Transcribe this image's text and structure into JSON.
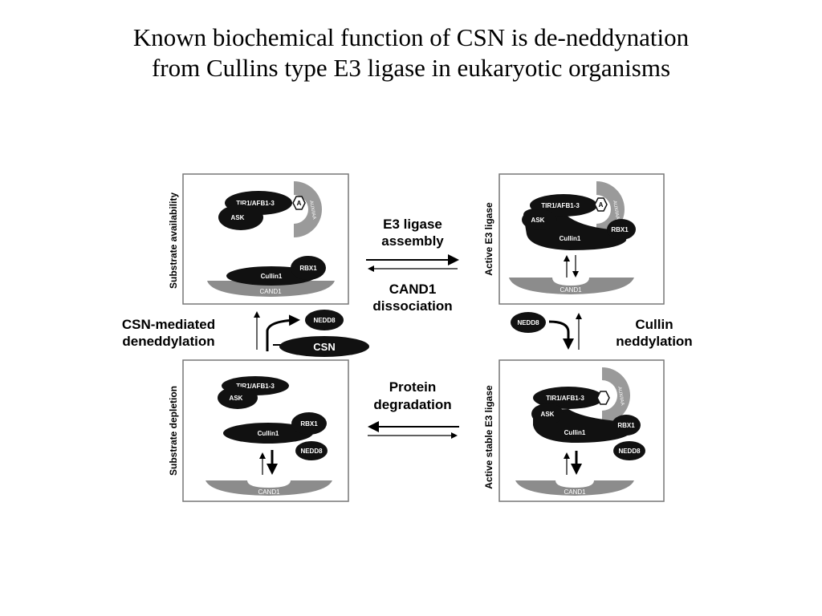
{
  "title": {
    "line1": "Known  biochemical function of CSN is de-neddynation",
    "line2": "from Cullins type E3 ligase in eukaryotic organisms"
  },
  "panels": {
    "top_left": {
      "side_label": "Substrate availability",
      "tir": "TIR1/AFB1-3",
      "auxin_letter": "A",
      "aux_iaa": "AUX/IAA",
      "ask": "ASK",
      "cullin": "Cullin1",
      "rbx": "RBX1",
      "cand": "CAND1"
    },
    "top_right": {
      "side_label": "Active E3 ligase",
      "tir": "TIR1/AFB1-3",
      "auxin_letter": "A",
      "aux_iaa": "AUX/IAA",
      "ask": "ASK",
      "cullin": "Cullin1",
      "rbx": "RBX1",
      "cand": "CAND1"
    },
    "bottom_left": {
      "side_label": "Substrate depletion",
      "tir": "TIR1/AFB1-3",
      "ask": "ASK",
      "cullin": "Cullin1",
      "rbx": "RBX1",
      "nedd": "NEDD8",
      "cand": "CAND1"
    },
    "bottom_right": {
      "side_label": "Active stable E3 ligase",
      "tir": "TIR1/AFB1-3",
      "aux_iaa": "AUX/IAA",
      "ask": "ASK",
      "cullin": "Cullin1",
      "rbx": "RBX1",
      "nedd": "NEDD8",
      "cand": "CAND1"
    }
  },
  "transitions": {
    "assembly_line1": "E3 ligase",
    "assembly_line2": "assembly",
    "dissociation_line1": "CAND1",
    "dissociation_line2": "dissociation",
    "csn_line1": "CSN-mediated",
    "csn_line2": "deneddylation",
    "neddylation_line1": "Cullin",
    "neddylation_line2": "neddylation",
    "degradation_line1": "Protein",
    "degradation_line2": "degradation"
  },
  "free": {
    "nedd_left": "NEDD8",
    "csn": "CSN",
    "nedd_right": "NEDD8"
  },
  "colors": {
    "protein_dark": "#111111",
    "cand_gray": "#8c8c8c",
    "aux_gray": "#9a9a9a",
    "panel_border": "#777777"
  }
}
